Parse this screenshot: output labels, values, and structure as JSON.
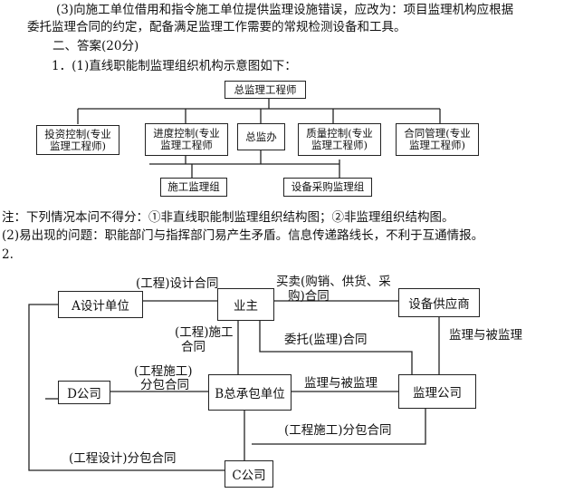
{
  "text": {
    "line1": "(3)向施工单位借用和指令施工单位提供监理设施错误，应改为：项目监理机构应根据",
    "line2": "委托监理合同的约定，配备满足监理工作需要的常规检测设备和工具。",
    "section": "二、答案(20分)",
    "q1": "1．(1)直线职能制监理组织机构示意图如下：",
    "note": "注：下列情况本问不得分：①非直线职能制监理组织结构图；②非监理组织结构图。",
    "q1_2": "(2)易出现的问题：职能部门与指挥部门易产生矛盾。信息传递路线长，不利于互通情报。",
    "q2": "2."
  },
  "org": {
    "chief": "总监理工程师",
    "invest": [
      "投资控制(专业",
      "监理工程师)"
    ],
    "progress": [
      "进度控制(专业",
      "监理工程师"
    ],
    "office": "总监办",
    "quality": [
      "质量控制(专业",
      "监理工程师)"
    ],
    "contract": [
      "合同管理(专业",
      "监理工程师)"
    ],
    "site": "施工监理组",
    "equip": "设备采购监理组"
  },
  "rel": {
    "design_unit": "A设计单位",
    "owner": "业主",
    "supplier": "设备供应商",
    "d_company": "D公司",
    "b_contractor": "B总承包单位",
    "supervisor": "监理公司",
    "c_company": "C公司",
    "lbl_design_contract": "(工程)设计合同",
    "lbl_purchase_1": "买卖(购销、供货、采",
    "lbl_purchase_2": "购)合同",
    "lbl_construction_1": "(工程)施工",
    "lbl_construction_2": "合同",
    "lbl_entrust": "委托(监理)合同",
    "lbl_supervise_right": "监理与被监理",
    "lbl_sub_construction_1": "(工程施工)",
    "lbl_sub_construction_2": "分包合同",
    "lbl_supervise_mid": "监理与被监理",
    "lbl_sub_construction_c": "(工程施工)分包合同",
    "lbl_sub_design": "(工程设计)分包合同"
  }
}
